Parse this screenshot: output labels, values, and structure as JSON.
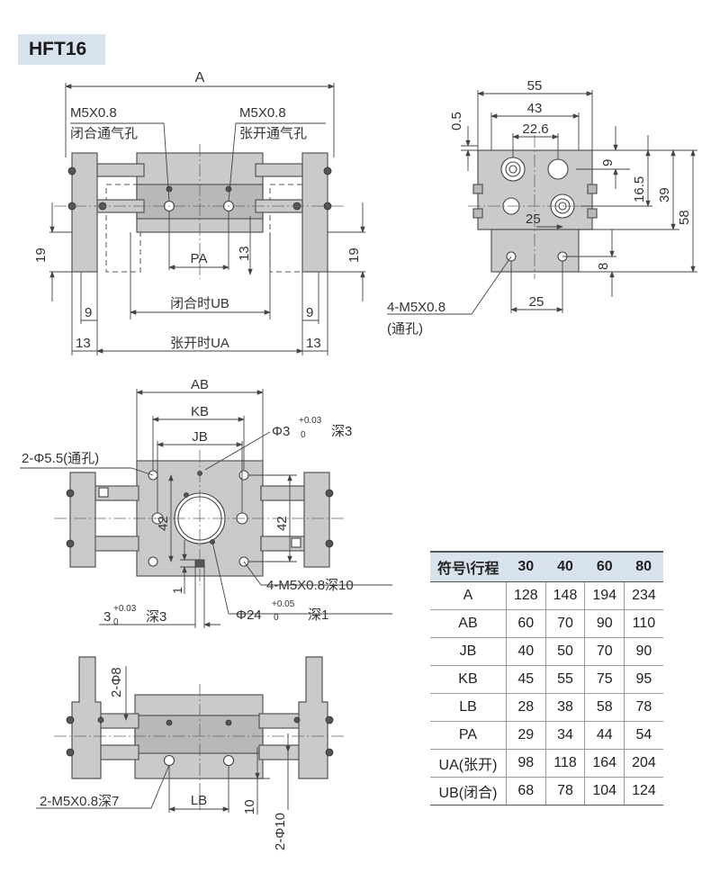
{
  "title": "HFT16",
  "views": {
    "front": {
      "dim_a": "A",
      "port_close_size": "M5X0.8",
      "port_close_label": "闭合通气孔",
      "port_open_size": "M5X0.8",
      "port_open_label": "张开通气孔",
      "pa": "PA",
      "dim_13_mid": "13",
      "dim_19_left": "19",
      "dim_19_right": "19",
      "dim_9_left": "9",
      "dim_9_right": "9",
      "ub": "闭合时UB",
      "dim_13_left": "13",
      "dim_13_right": "13",
      "ua": "张开时UA"
    },
    "side": {
      "d55": "55",
      "d43": "43",
      "d22_6": "22.6",
      "d0_5": "0.5",
      "d9": "9",
      "d16_5": "16.5",
      "d39": "39",
      "d58": "58",
      "d25_top": "25",
      "d8": "8",
      "d25_bottom": "25",
      "thread": "4-M5X0.8",
      "thread_note": "(通孔)"
    },
    "top": {
      "ab": "AB",
      "kb": "KB",
      "jb": "JB",
      "phi3": "Φ3",
      "phi3_tol_up": "+0.03",
      "phi3_tol_low": "0",
      "phi3_depth": "深3",
      "hole55": "2-Φ5.5(通孔)",
      "d42_left": "42",
      "d42_right": "42",
      "d1": "1",
      "thread_top": "4-M5X0.8深10",
      "slot3": "3",
      "slot3_tol_up": "+0.03",
      "slot3_tol_low": "0",
      "slot3_depth": "深3",
      "phi24": "Φ24",
      "phi24_tol_up": "+0.05",
      "phi24_tol_low": "0",
      "phi24_depth": "深1"
    },
    "bottom": {
      "phi8": "2-Φ8",
      "thread": "2-M5X0.8深7",
      "lb": "LB",
      "d10": "10",
      "phi10": "2-Φ10"
    }
  },
  "table": {
    "headers": [
      "符号\\行程",
      "30",
      "40",
      "60",
      "80"
    ],
    "rows": [
      [
        "A",
        "128",
        "148",
        "194",
        "234"
      ],
      [
        "AB",
        "60",
        "70",
        "90",
        "110"
      ],
      [
        "JB",
        "40",
        "50",
        "70",
        "90"
      ],
      [
        "KB",
        "45",
        "55",
        "75",
        "95"
      ],
      [
        "LB",
        "28",
        "38",
        "58",
        "78"
      ],
      [
        "PA",
        "29",
        "34",
        "44",
        "54"
      ],
      [
        "UA(张开)",
        "98",
        "118",
        "164",
        "204"
      ],
      [
        "UB(闭合)",
        "68",
        "78",
        "104",
        "124"
      ]
    ]
  }
}
